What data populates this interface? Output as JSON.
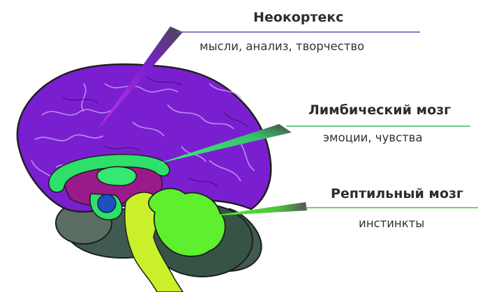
{
  "labels": {
    "neocortex": {
      "title": "Неокортекс",
      "subtitle": "мысли, анализ, творчество"
    },
    "limbic": {
      "title": "Лимбический мозг",
      "subtitle": "эмоции, чувства"
    },
    "reptilian": {
      "title": "Рептильный мозг",
      "subtitle": "инстинкты"
    }
  },
  "colors": {
    "neocortex": "#7a1fd0",
    "limbic": "#2ee06a",
    "reptilian": "#5ef02e",
    "brainstem": "#c9f02a",
    "cerebellum_shadow": "#3f5a4e",
    "thalamus_core": "#1e50c0",
    "limbic_fill": "#9b1a8a",
    "neocortex_line": "#6a4fb0",
    "limbic_line": "#3cc45a",
    "reptilian_line": "#4cc23a"
  }
}
